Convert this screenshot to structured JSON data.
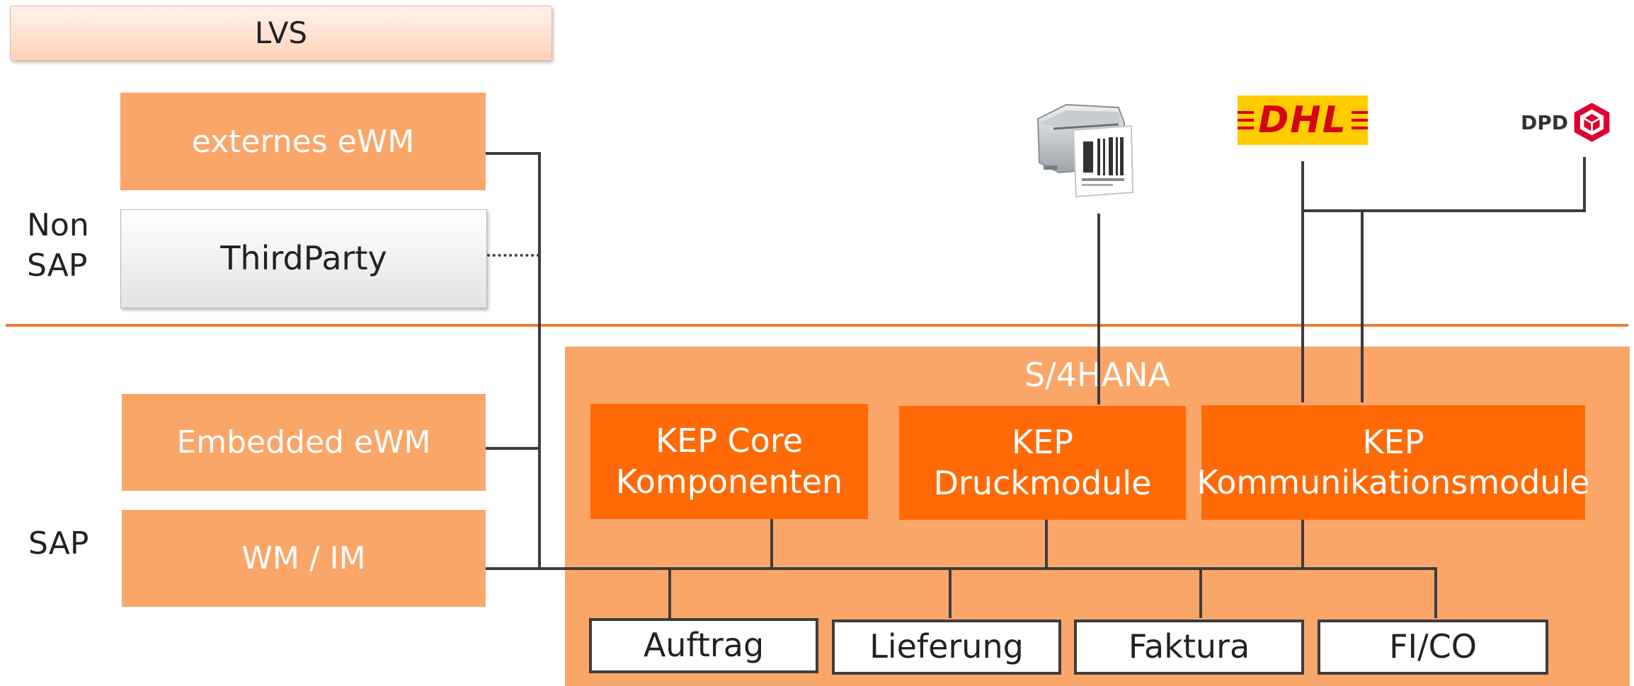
{
  "lvs": {
    "title": "LVS"
  },
  "non_sap": {
    "label_line1": "Non",
    "label_line2": "SAP",
    "boxes": [
      {
        "label": "externes eWM"
      },
      {
        "label": "ThirdParty"
      }
    ]
  },
  "sap": {
    "label": "SAP",
    "boxes": [
      {
        "label": "Embedded eWM"
      },
      {
        "label": "WM / IM"
      }
    ]
  },
  "s4hana": {
    "title": "S/4HANA",
    "modules": [
      {
        "line1": "KEP Core",
        "line2": "Komponenten"
      },
      {
        "line1": "KEP Druckmodule",
        "line2": ""
      },
      {
        "line1": "KEP",
        "line2": "Kommunikationsmodule"
      }
    ],
    "documents": [
      {
        "label": "Auftrag"
      },
      {
        "label": "Lieferung"
      },
      {
        "label": "Faktura"
      },
      {
        "label": "FI/CO"
      }
    ]
  },
  "carriers": {
    "dhl_logo": "DHL",
    "dpd_logo": "DPD"
  },
  "colors": {
    "light_orange": "#fba669",
    "dark_orange": "#ff6a06",
    "divider": "#ed7d31",
    "dhl_yellow": "#ffcc00",
    "dhl_red": "#d40511",
    "dpd_red": "#dc0032"
  },
  "icons": [
    "label-printer-icon",
    "dhl-logo-icon",
    "dpd-logo-icon"
  ]
}
